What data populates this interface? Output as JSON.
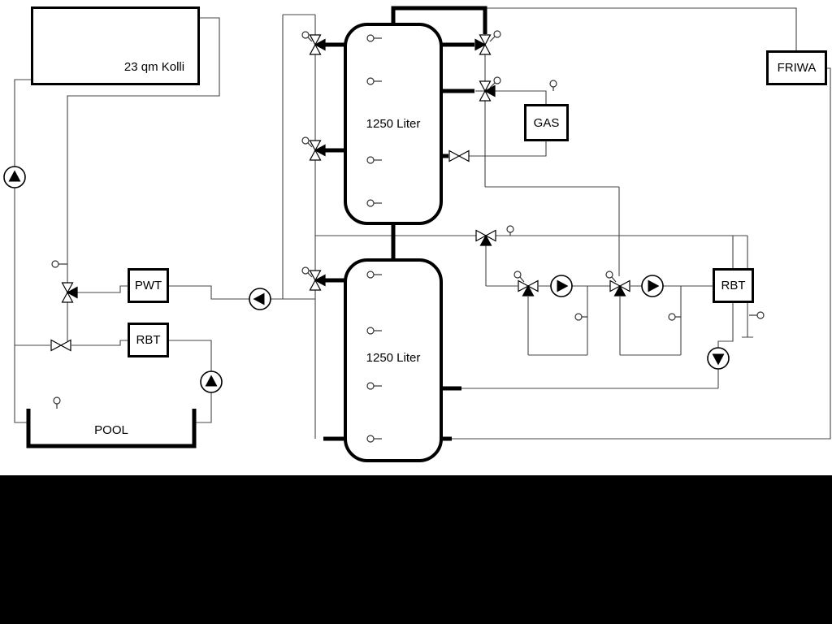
{
  "diagram": {
    "collector_label": "23 qm Kolli",
    "tank_top_label": "1250 Liter",
    "tank_bottom_label": "1250 Liter",
    "pwt_label": "PWT",
    "rbt_left_label": "RBT",
    "rbt_right_label": "RBT",
    "gas_label": "GAS",
    "friwa_label": "FRIWA",
    "pool_label": "POOL"
  },
  "colors": {
    "background": "#ffffff",
    "thin_line": "#444444",
    "thick_pipe": "#000000",
    "bottom_bar": "#000000"
  }
}
